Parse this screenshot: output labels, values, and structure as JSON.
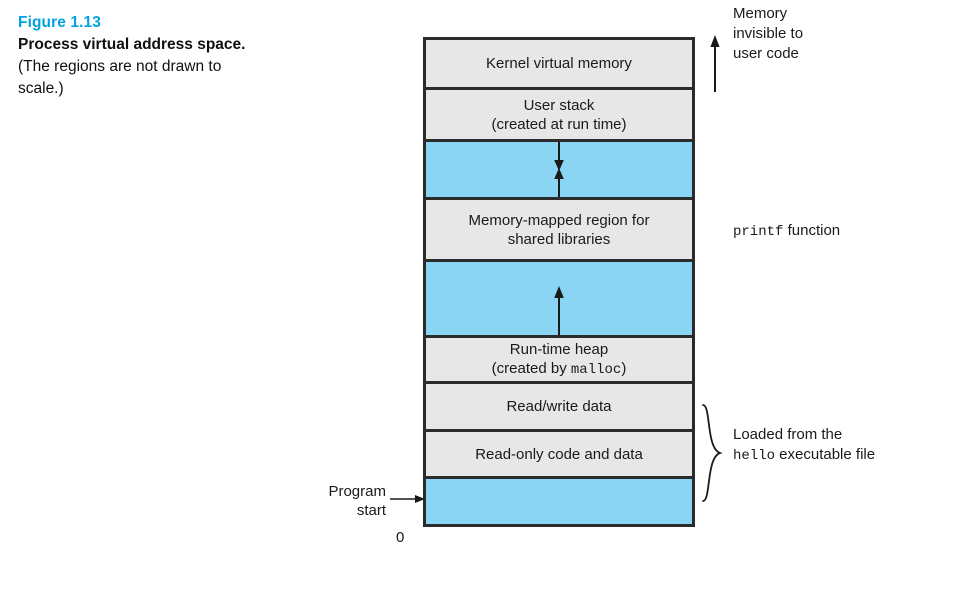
{
  "figure": {
    "number": "Figure 1.13",
    "caption_bold": "Process virtual address space.",
    "caption_rest": " (The regions are not drawn to scale.)"
  },
  "diagram": {
    "regions": [
      {
        "id": "kernel-virtual-memory",
        "kind": "gray",
        "height": 50,
        "line1": "Kernel virtual memory",
        "line2": "",
        "mono_word": ""
      },
      {
        "id": "user-stack",
        "kind": "gray",
        "height": 52,
        "line1": "User stack",
        "line2": "(created at run time)",
        "mono_word": ""
      },
      {
        "id": "stack-gap",
        "kind": "blue",
        "height": 58,
        "line1": "",
        "line2": "",
        "mono_word": "",
        "arrows": [
          "down-from-top",
          "up-from-bottom"
        ]
      },
      {
        "id": "memory-mapped-region",
        "kind": "gray",
        "height": 62,
        "line1": "Memory-mapped region for",
        "line2": "shared libraries",
        "mono_word": ""
      },
      {
        "id": "mmap-gap",
        "kind": "blue",
        "height": 76,
        "line1": "",
        "line2": "",
        "mono_word": "",
        "arrows": [
          "up-from-bottom"
        ]
      },
      {
        "id": "run-time-heap",
        "kind": "gray",
        "height": 46,
        "line1": "Run-time heap",
        "line2": "(created by ",
        "mono_word": "malloc",
        "line2_tail": ")"
      },
      {
        "id": "read-write-data",
        "kind": "gray",
        "height": 48,
        "line1": "Read/write data",
        "line2": "",
        "mono_word": ""
      },
      {
        "id": "read-only-code-and-data",
        "kind": "gray",
        "height": 47,
        "line1": "Read-only code and data",
        "line2": "",
        "mono_word": ""
      },
      {
        "id": "unmapped-low-memory",
        "kind": "blue",
        "height": 45,
        "line1": "",
        "line2": "",
        "mono_word": ""
      }
    ]
  },
  "annotations": {
    "invisible": {
      "line1": "Memory",
      "line2": "invisible to",
      "line3": "user code"
    },
    "printf": {
      "mono": "printf",
      "rest": " function"
    },
    "loaded": {
      "line1": "Loaded from the",
      "mono": "hello",
      "rest": " executable file"
    },
    "program_start": {
      "line1": "Program",
      "line2": "start"
    },
    "zero": "0"
  },
  "colors": {
    "figure_number": "#00a3dd",
    "region_gray": "#e7e7e7",
    "region_blue": "#8ad5f4",
    "border": "#2b2b2b",
    "text": "#1a1a1a"
  }
}
